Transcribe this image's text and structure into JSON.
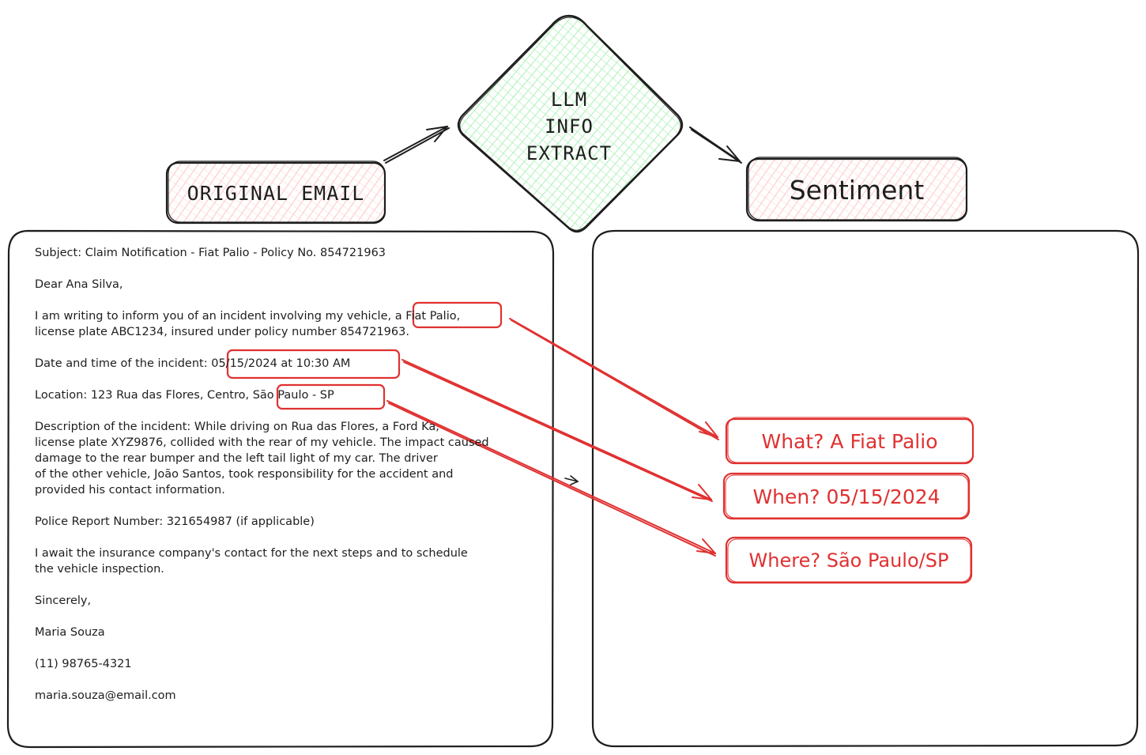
{
  "original_email_label": "ORIGINAL EMAIL",
  "llm_label": [
    "LLM",
    "INFO",
    "EXTRACT"
  ],
  "sentiment_label": "Sentiment",
  "email": {
    "subject": "Subject: Claim Notification - Fiat Palio - Policy No. 854721963",
    "greeting": "Dear Ana Silva,",
    "paragraph1_pre": "I am writing to inform you of an incident involving my vehicle, ",
    "paragraph1_highlight": "a Fiat Palio,",
    "paragraph1_post": "license plate ABC1234, insured under policy number 854721963.",
    "date_pre": "Date and time of the incident: ",
    "date_highlight": "05/15/2024 at 10:30 AM",
    "location_pre": "Location: 123 Rua das Flores, Centro, ",
    "location_highlight": "São Paulo - SP",
    "description": "Description of the incident: While driving on Rua das Flores, a Ford Ka,\nlicense plate XYZ9876, collided with the rear of my vehicle. The impact caused\ndamage to the rear bumper and the left tail light of my car. The driver\nof the other vehicle, João Santos, took responsibility for the accident and\n provided his contact information.",
    "police_report": "Police Report Number: 321654987 (if applicable)",
    "await": "I await the insurance company's contact for the next steps and to schedule\nthe vehicle inspection.",
    "closing": "Sincerely,",
    "name": "Maria Souza",
    "phone": "(11) 98765-4321",
    "email_address": "maria.souza@email.com"
  },
  "extracted": {
    "what": "What? A Fiat Palio",
    "when": "When? 05/15/2024",
    "where": "Where? São Paulo/SP"
  },
  "colors": {
    "stroke": "#1e1e1e",
    "highlight": "#e03131",
    "pink_fill": "#ffc9c9",
    "green_fill": "#b2f2bb"
  }
}
